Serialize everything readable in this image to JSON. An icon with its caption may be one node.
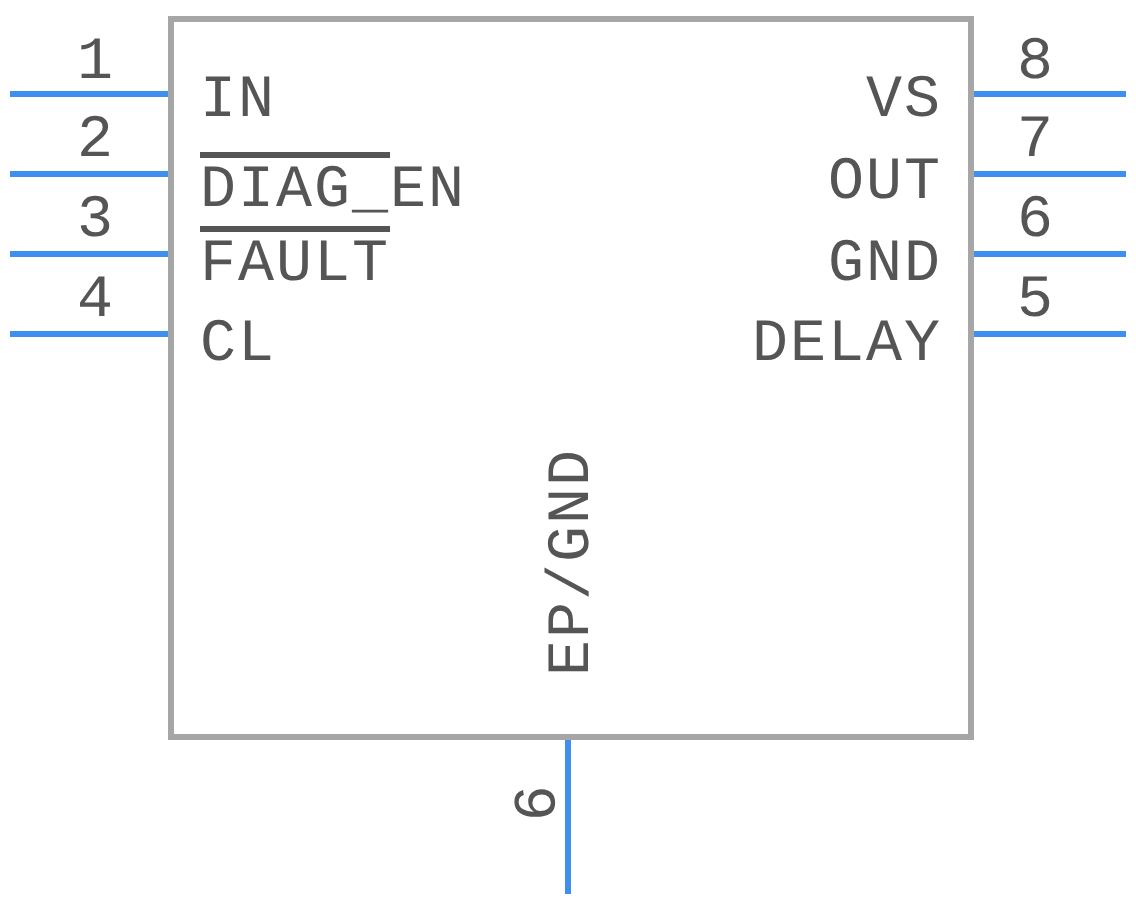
{
  "diagram": {
    "nodes": [
      {
        "text": [
          "IN",
          "DIAG_EN",
          "FAULT",
          "CL",
          "VS",
          "OUT",
          "GND",
          "DELAY",
          "EP/GND"
        ]
      }
    ],
    "edges": [],
    "labels": [
      "1",
      "8",
      "2",
      "7",
      "3",
      "6",
      "4",
      "5",
      "9"
    ]
  }
}
